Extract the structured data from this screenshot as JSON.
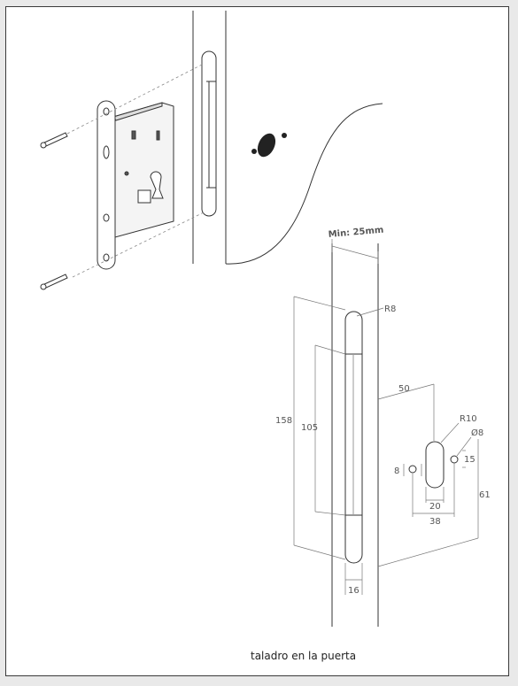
{
  "caption": "taladro en la puerta",
  "dimensions": {
    "min_thickness": "Min: 25mm",
    "r8": "R8",
    "d158": "158",
    "d105": "105",
    "d50": "50",
    "r10": "R10",
    "o8": "Ø8",
    "d8": "8",
    "d15": "15",
    "d20": "20",
    "d38": "38",
    "d61": "61",
    "d16": "16"
  }
}
